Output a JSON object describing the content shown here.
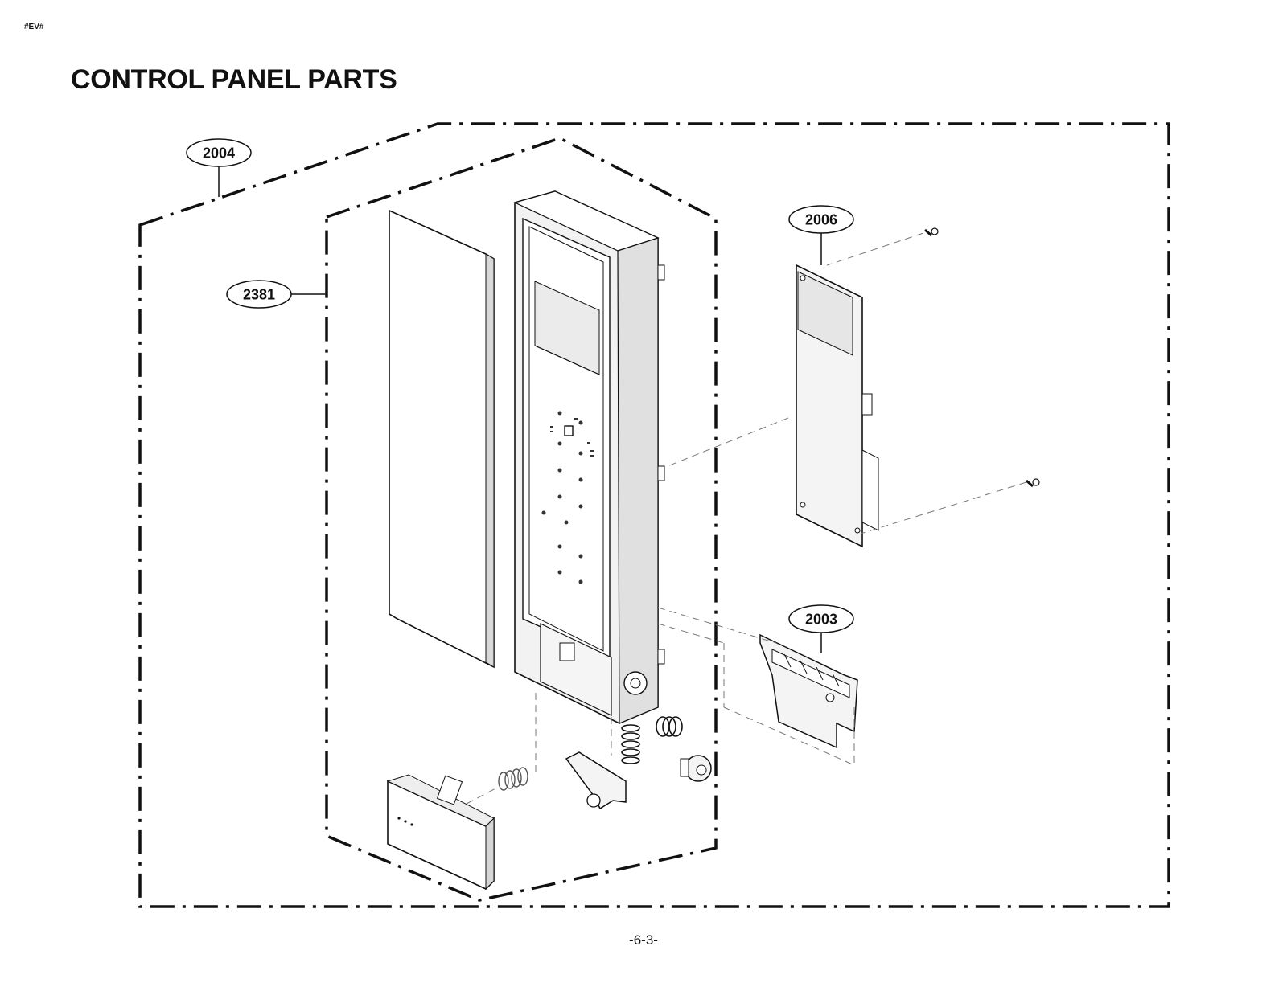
{
  "header": {
    "code": "#EV#"
  },
  "title": "CONTROL PANEL PARTS",
  "page_number": "-6-3-",
  "callouts": [
    {
      "id": "2004",
      "label": "2004"
    },
    {
      "id": "2381",
      "label": "2381"
    },
    {
      "id": "2006",
      "label": "2006"
    },
    {
      "id": "2003",
      "label": "2003"
    }
  ],
  "colors": {
    "ink": "#111111",
    "paper": "#ffffff",
    "panel_shade": "#e6e6e6"
  }
}
